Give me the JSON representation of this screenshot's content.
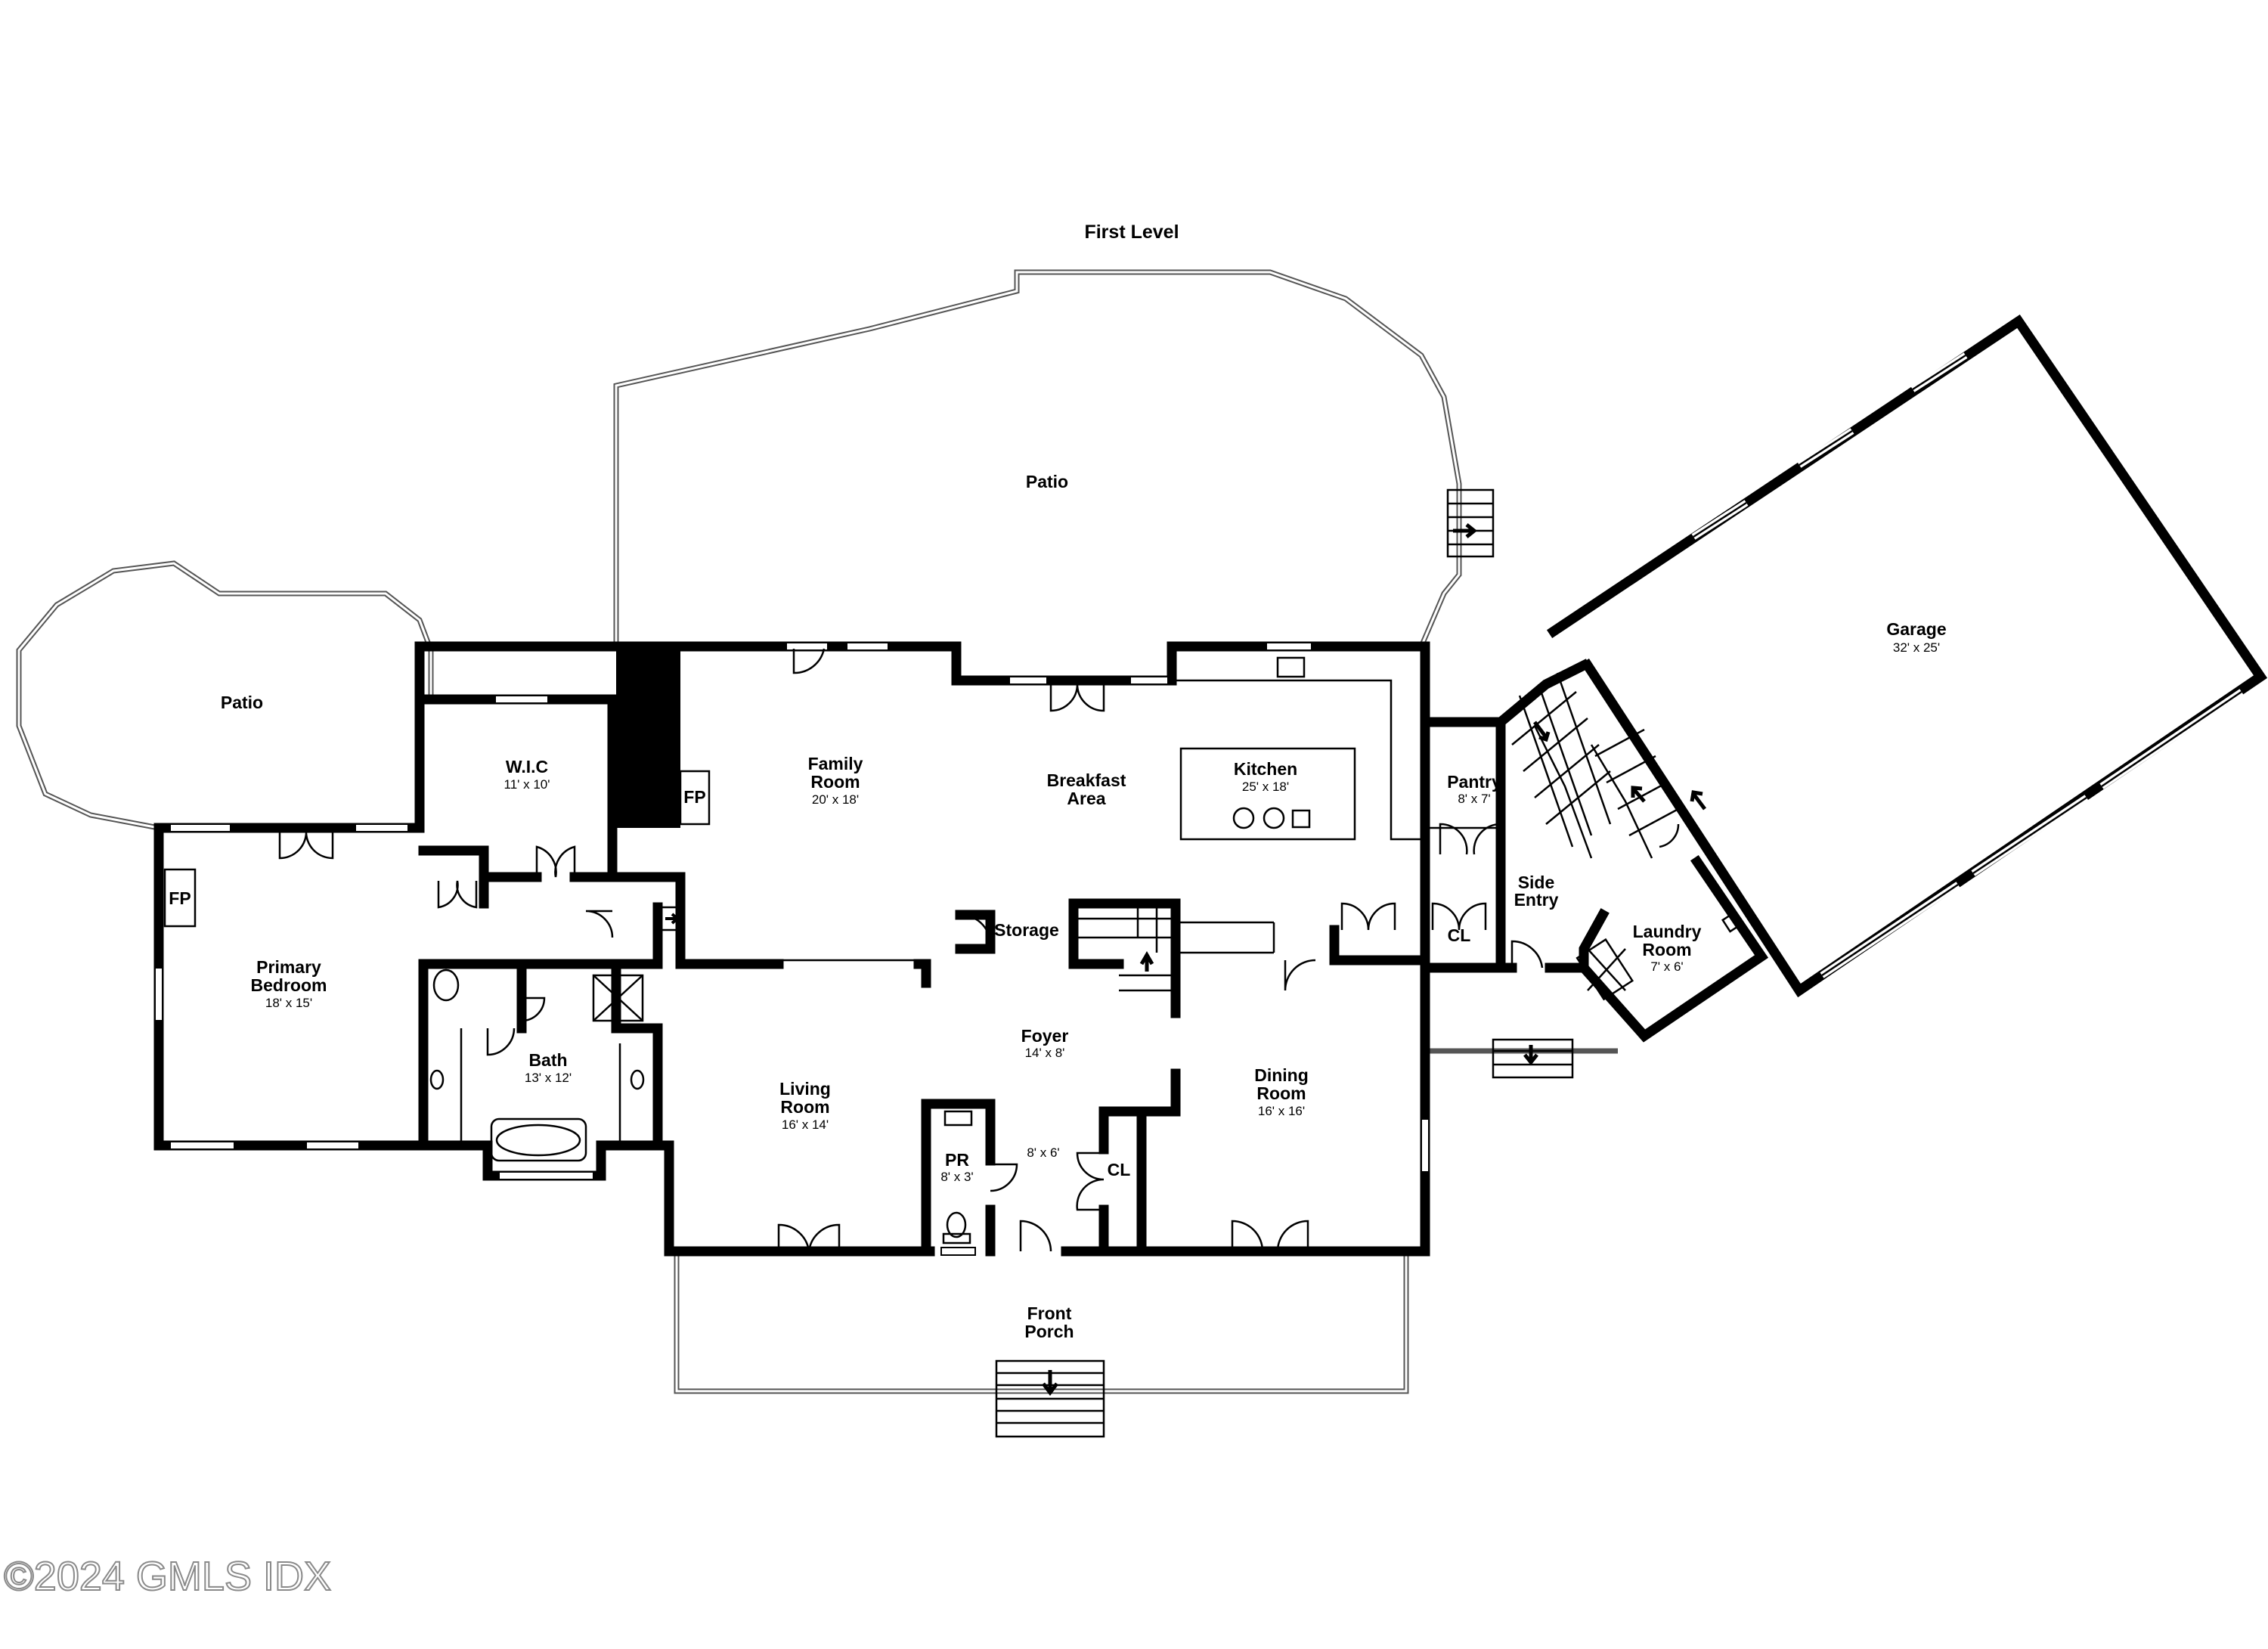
{
  "plan": {
    "title": "First Level",
    "copyright": "©2024 GMLS IDX"
  },
  "rooms": [
    {
      "id": "patio_main",
      "name": "Patio",
      "dims": ""
    },
    {
      "id": "patio_left",
      "name": "Patio",
      "dims": ""
    },
    {
      "id": "garage",
      "name": "Garage",
      "dims": "32' x 25'"
    },
    {
      "id": "wic",
      "name": "W.I.C",
      "dims": "11' x 10'"
    },
    {
      "id": "family",
      "name": "Family\nRoom",
      "dims": "20' x 18'"
    },
    {
      "id": "breakfast",
      "name": "Breakfast\nArea",
      "dims": ""
    },
    {
      "id": "kitchen",
      "name": "Kitchen",
      "dims": "25' x 18'"
    },
    {
      "id": "pantry",
      "name": "Pantry",
      "dims": "8' x 7'"
    },
    {
      "id": "side_entry",
      "name": "Side\nEntry",
      "dims": ""
    },
    {
      "id": "laundry",
      "name": "Laundry\nRoom",
      "dims": "7' x 6'"
    },
    {
      "id": "primary",
      "name": "Primary\nBedroom",
      "dims": "18' x 15'"
    },
    {
      "id": "storage",
      "name": "Storage",
      "dims": ""
    },
    {
      "id": "foyer",
      "name": "Foyer",
      "dims": "14' x 8'"
    },
    {
      "id": "bath",
      "name": "Bath",
      "dims": "13' x 12'"
    },
    {
      "id": "living",
      "name": "Living\nRoom",
      "dims": "16' x 14'"
    },
    {
      "id": "dining",
      "name": "Dining\nRoom",
      "dims": "16' x 16'"
    },
    {
      "id": "pr",
      "name": "PR",
      "dims": "8' x 3'"
    },
    {
      "id": "cl_hall",
      "name": "CL",
      "dims": "8' x 6'"
    },
    {
      "id": "cl_side",
      "name": "CL",
      "dims": ""
    },
    {
      "id": "porch",
      "name": "Front\nPorch",
      "dims": ""
    }
  ],
  "fixtures": [
    {
      "id": "fp_family",
      "name": "FP"
    },
    {
      "id": "fp_primary",
      "name": "FP"
    }
  ]
}
